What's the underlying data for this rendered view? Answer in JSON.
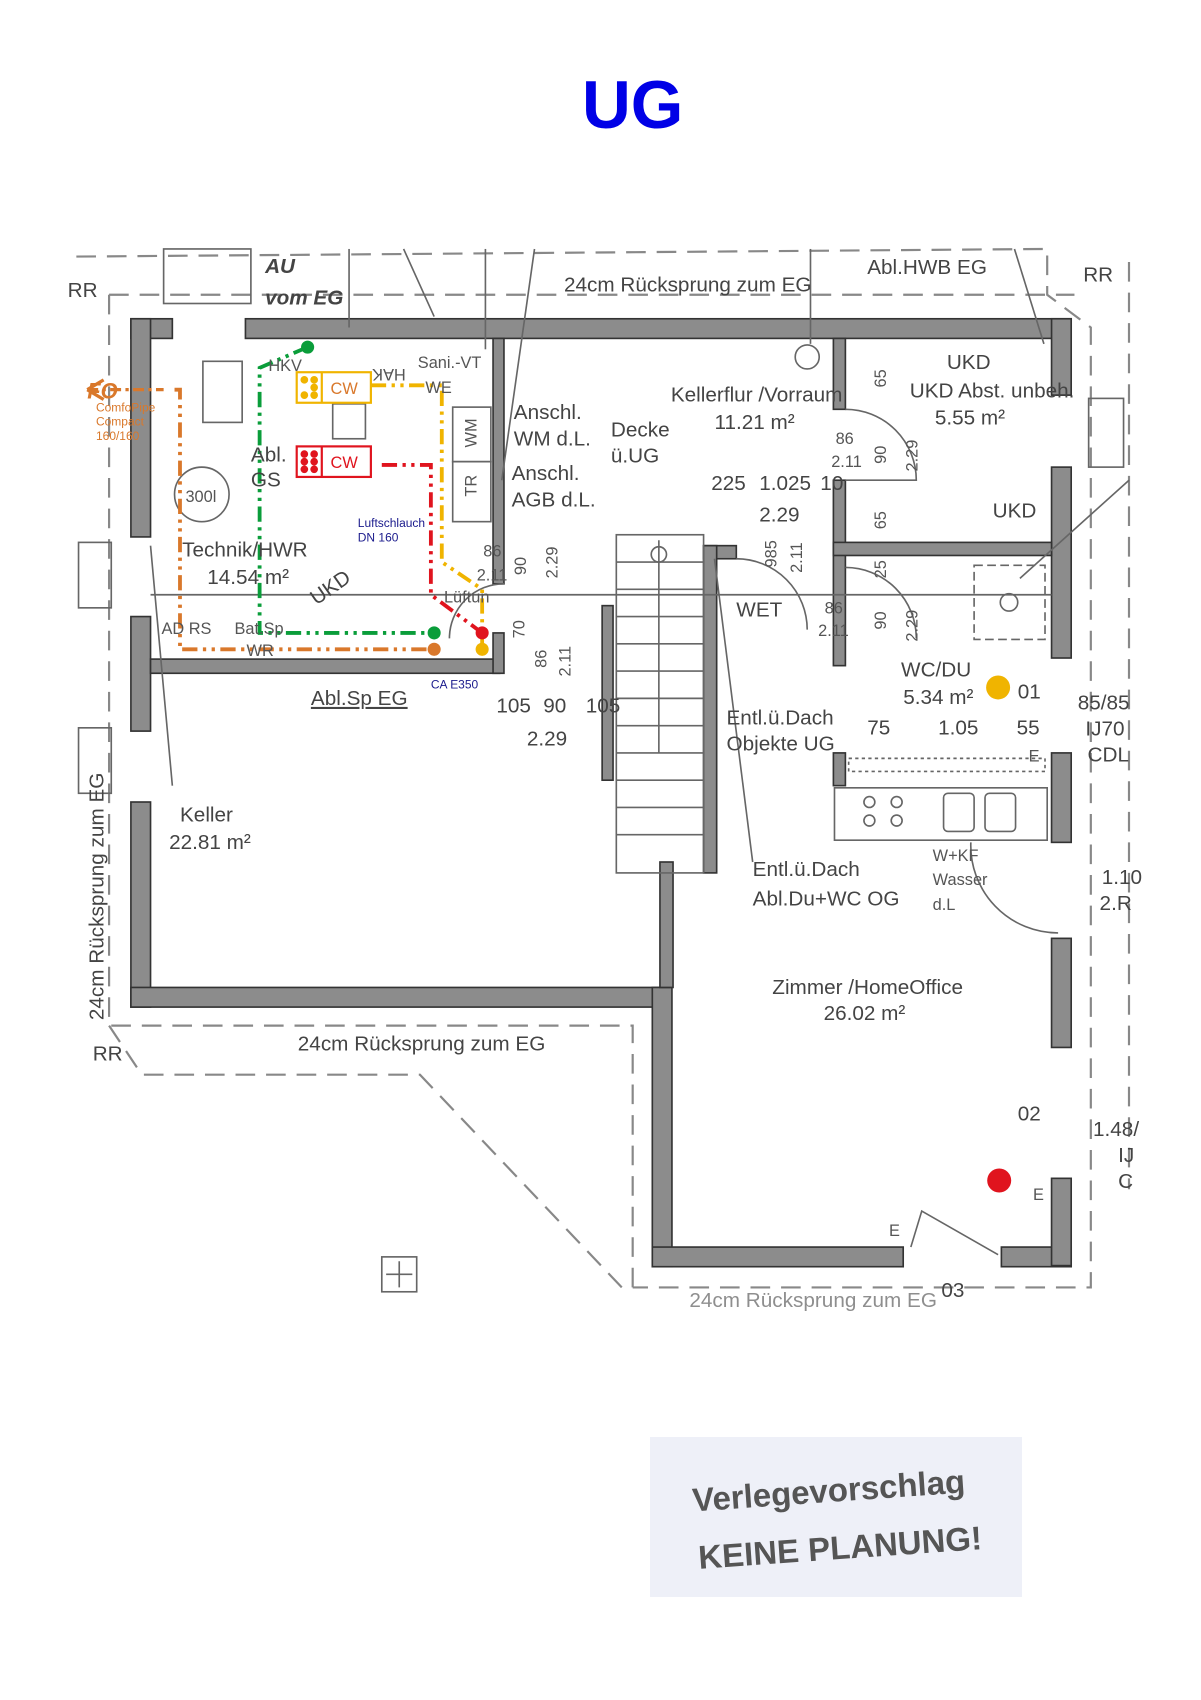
{
  "title": "UG",
  "colors": {
    "title": "#0000e6",
    "orange": "#d9782b",
    "green": "#0a9d3a",
    "yellow": "#f0b400",
    "red": "#e0141e",
    "navy": "#1a1a8c",
    "wall": "#8c8c8c"
  },
  "labels": {
    "au": "AU",
    "vom_eg": "vom EG",
    "rr": "RR",
    "rueck_top": "24cm Rücksprung zum EG",
    "rueck_bottom": "24cm Rücksprung zum EG",
    "rueck_left": "24cm Rücksprung zum EG",
    "rueck_cut": "24cm Rücksprung zum EG",
    "abl_hwb": "Abl.HWB EG",
    "hkv": "HKV",
    "hak": "HAK",
    "sani": "Sani.-VT",
    "we": "WE",
    "wm": "WM",
    "tr": "TR",
    "fo": "FO",
    "comfopipe": [
      "ComfoPipe",
      "Compact",
      "160/160"
    ],
    "abl_gs": [
      "Abl.",
      "GS"
    ],
    "tank": "300l",
    "luftschlauch": [
      "Luftschlauch",
      "DN 160"
    ],
    "ca": "CA E350",
    "anschl_wm": [
      "Anschl.",
      "WM d.L."
    ],
    "anschl_agb": [
      "Anschl.",
      "AGB d.L."
    ],
    "decke": [
      "Decke",
      "ü.UG"
    ],
    "ukd": "UKD",
    "adrs": "AD RS",
    "batsp": "Bat.Sp",
    "wr": "WR",
    "lueftung": "Lüftun",
    "abl_sp": "Abl.Sp EG",
    "wet": "WET",
    "entl_objekte": [
      "Entl.ü.Dach",
      "Objekte UG"
    ],
    "entl_abl": [
      "Entl.ü.Dach",
      "Abl.Du+WC OG"
    ],
    "wk": [
      "W+KF",
      "Wasser",
      "d.L"
    ],
    "win1": [
      "85/85",
      "IJ70",
      "CDL"
    ],
    "win2": [
      "1.10",
      "2.R"
    ],
    "win3": [
      "1.48/",
      "IJ",
      "C"
    ],
    "w01": "01",
    "w02": "02",
    "w03": "03",
    "e": "E",
    "cw": "CW"
  },
  "rooms": [
    {
      "name": "Technik/HWR",
      "area": "14.54 m²"
    },
    {
      "name": "Kellerflur /Vorraum",
      "area": "11.21 m²"
    },
    {
      "name": "UKD Abst. unbeh.",
      "area": "5.55 m²"
    },
    {
      "name": "WC/DU",
      "area": "5.34 m²"
    },
    {
      "name": "Keller",
      "area": "22.81 m²"
    },
    {
      "name": "Zimmer /HomeOffice",
      "area": "26.02 m²"
    }
  ],
  "dims": [
    "86",
    "2.11",
    "90",
    "2.29",
    "70",
    "86",
    "2.11",
    "105",
    "90",
    "105",
    "2.29",
    "225",
    "1.025",
    "10",
    "2.29",
    "985",
    "2.11",
    "86",
    "2.11",
    "90",
    "2.29",
    "65",
    "65",
    "25",
    "86",
    "2.11",
    "90",
    "2.29",
    "75",
    "1.05",
    "55"
  ],
  "stamp": [
    "Verlegevorschlag",
    "KEINE PLANUNG!"
  ]
}
